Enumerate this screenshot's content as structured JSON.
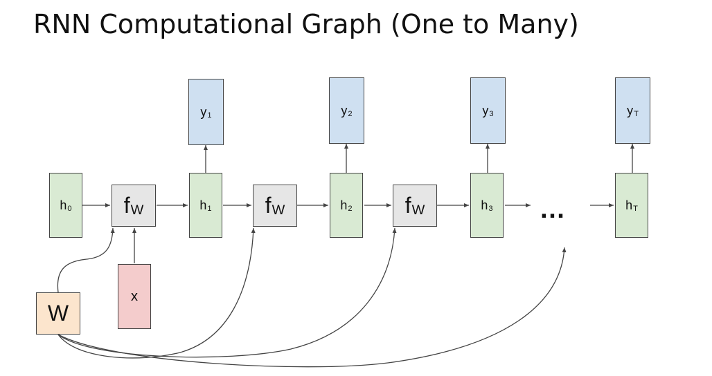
{
  "title": "RNN Computational Graph (One to Many)",
  "nodes": {
    "h0": {
      "main": "h",
      "sub": "0"
    },
    "h1": {
      "main": "h",
      "sub": "1"
    },
    "h2": {
      "main": "h",
      "sub": "2"
    },
    "h3": {
      "main": "h",
      "sub": "3"
    },
    "hT": {
      "main": "h",
      "sub": "T"
    },
    "y1": {
      "main": "y",
      "sub": "1"
    },
    "y2": {
      "main": "y",
      "sub": "2"
    },
    "y3": {
      "main": "y",
      "sub": "3"
    },
    "yT": {
      "main": "y",
      "sub": "T"
    },
    "fw1": {
      "main": "f",
      "sub": "W"
    },
    "fw2": {
      "main": "f",
      "sub": "W"
    },
    "fw3": {
      "main": "f",
      "sub": "W"
    },
    "x": {
      "main": "x"
    },
    "W": {
      "main": "W"
    }
  },
  "ellipsis": "…",
  "colors": {
    "hidden": "#d9ead3",
    "output": "#cfe0f1",
    "function": "#e6e6e6",
    "input": "#f4cccc",
    "weights": "#fce5cd",
    "stroke": "#444444"
  }
}
